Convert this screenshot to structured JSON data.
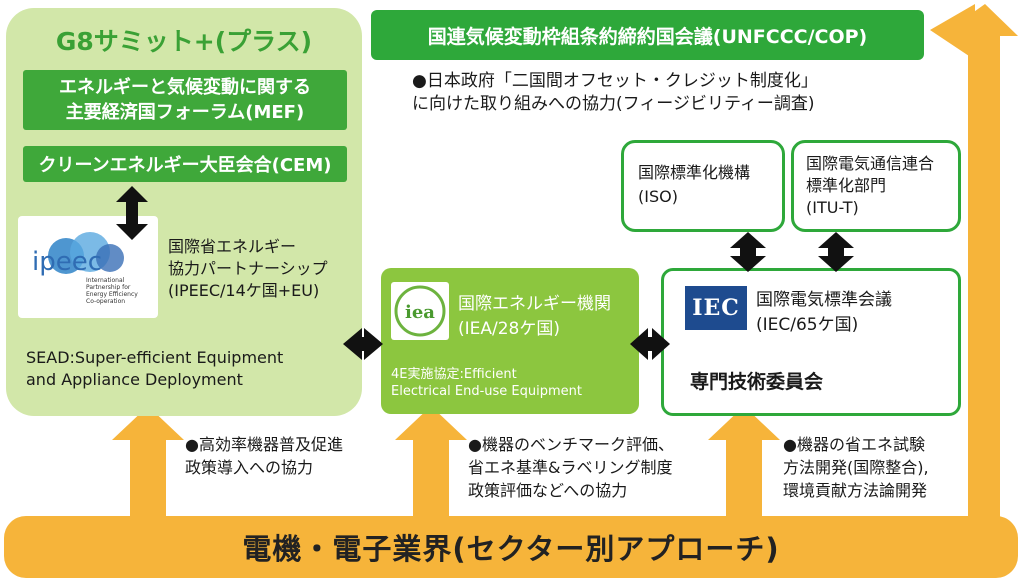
{
  "industry_bar": {
    "label": "電機・電子業界(セクター別アプローチ)"
  },
  "g8": {
    "title": "G8サミット+(プラス)",
    "mef": "エネルギーと気候変動に関する\n主要経済国フォーラム(MEF)",
    "cem": "クリーンエネルギー大臣会合(CEM)",
    "ipeec_logo_text": "ipeec",
    "ipeec_logo_sub": "International\nPartnership for\nEnergy Efficiency\nCo-operation",
    "ipeec_name": "国際省エネルギー\n協力パートナーシップ\n(IPEEC/14ケ国+EU)",
    "sead": "SEAD:Super-efficient Equipment\nand Appliance Deployment"
  },
  "unfccc": {
    "label": "国連気候変動枠組条約締約国会議(UNFCCC/COP)"
  },
  "feasibility": {
    "text": "●日本政府「二国間オフセット・クレジット制度化」\n に向けた取り組みへの協力(フィージビリティー調査)"
  },
  "iso": {
    "label": "国際標準化機構\n(ISO)"
  },
  "itu": {
    "label": "国際電気通信連合\n標準化部門\n(ITU-T)"
  },
  "iea": {
    "logo_text": "iea",
    "name": "国際エネルギー機関\n(IEA/28ケ国)",
    "four_e": "4E実施協定:Efficient\nElectrical End-use Equipment"
  },
  "iec": {
    "logo_text": "IEC",
    "name": "国際電気標準会議\n(IEC/65ケ国)",
    "committee": "専門技術委員会"
  },
  "notes": {
    "left": "●高効率機器普及促進\n 政策導入への協力",
    "middle": "●機器のベンチマーク評価、\n 省エネ基準&ラベリング制度\n 政策評価などへの協力",
    "right": "●機器の省エネ試験\n 方法開発(国際整合),\n 環境貢献方法論開発"
  },
  "colors": {
    "industry_yellow": "#f6b43a",
    "green_dark": "#2ea83a",
    "green_light_panel": "#d2e7a9",
    "iea_green": "#8cc63f",
    "iec_blue": "#1e4b8f",
    "arrow_black": "#111111"
  }
}
